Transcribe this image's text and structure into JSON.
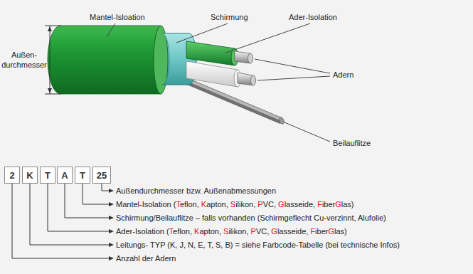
{
  "diagram": {
    "nodes": [
      {
        "text": [
          "2"
        ]
      },
      {
        "text": [
          "K"
        ]
      },
      {
        "text": [
          "T"
        ]
      },
      {
        "text": [
          "A"
        ]
      },
      {
        "text": [
          "T"
        ]
      },
      {
        "text": [
          "25"
        ]
      }
    ],
    "labels": [
      "Mantel-Isloation",
      "Schirmung",
      "Ader-Isolation",
      "Außen- durchmesser",
      "Adern",
      "Beilauflitze",
      "Außendurchmesser bzw. Außenabmessungen",
      "Mantel-Isolation (Teflon, Kapton, Silikon, PVC, Glasseide, FiberGlas)",
      "Schirmung/Beilauflitze – falls vorhanden (Schirmgeflecht Cu-verzinnt, Alufolie)",
      "Ader-Isolation (Teflon, Kapton, Silikon, PVC, Glasseide, FiberGlas)",
      "Leitungs- TYP (K, J, N, E, T, S, B) = siehe Farbcode-Tabelle (bei technische Infos)",
      "Anzahl der Adern"
    ]
  }
}
